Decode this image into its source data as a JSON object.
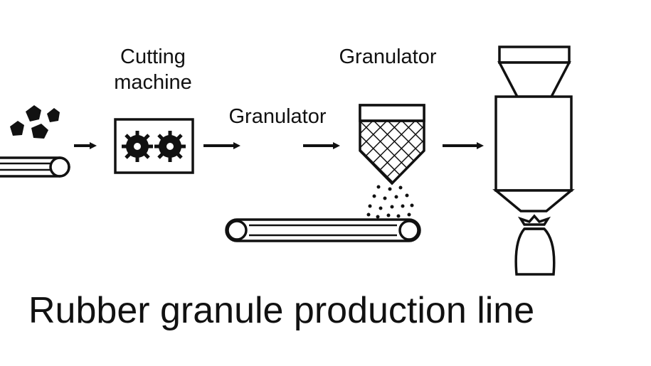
{
  "diagram": {
    "title": "Rubber granule production line",
    "labels": {
      "cutting_machine": "Cutting machine",
      "granulator_1": "Granulator",
      "granulator_2": "Granulator"
    },
    "stages": [
      "conveyor-with-rubber-pieces",
      "cutting-machine",
      "granulator",
      "granulator-hopper",
      "conveyor-belt",
      "storage-silo",
      "bag"
    ],
    "icons": [
      "rubber-pieces-icon",
      "gear-icon",
      "mesh-screen-icon",
      "arrow-icon",
      "bag-icon"
    ],
    "colors": {
      "line": "#111111",
      "background": "#ffffff"
    }
  }
}
